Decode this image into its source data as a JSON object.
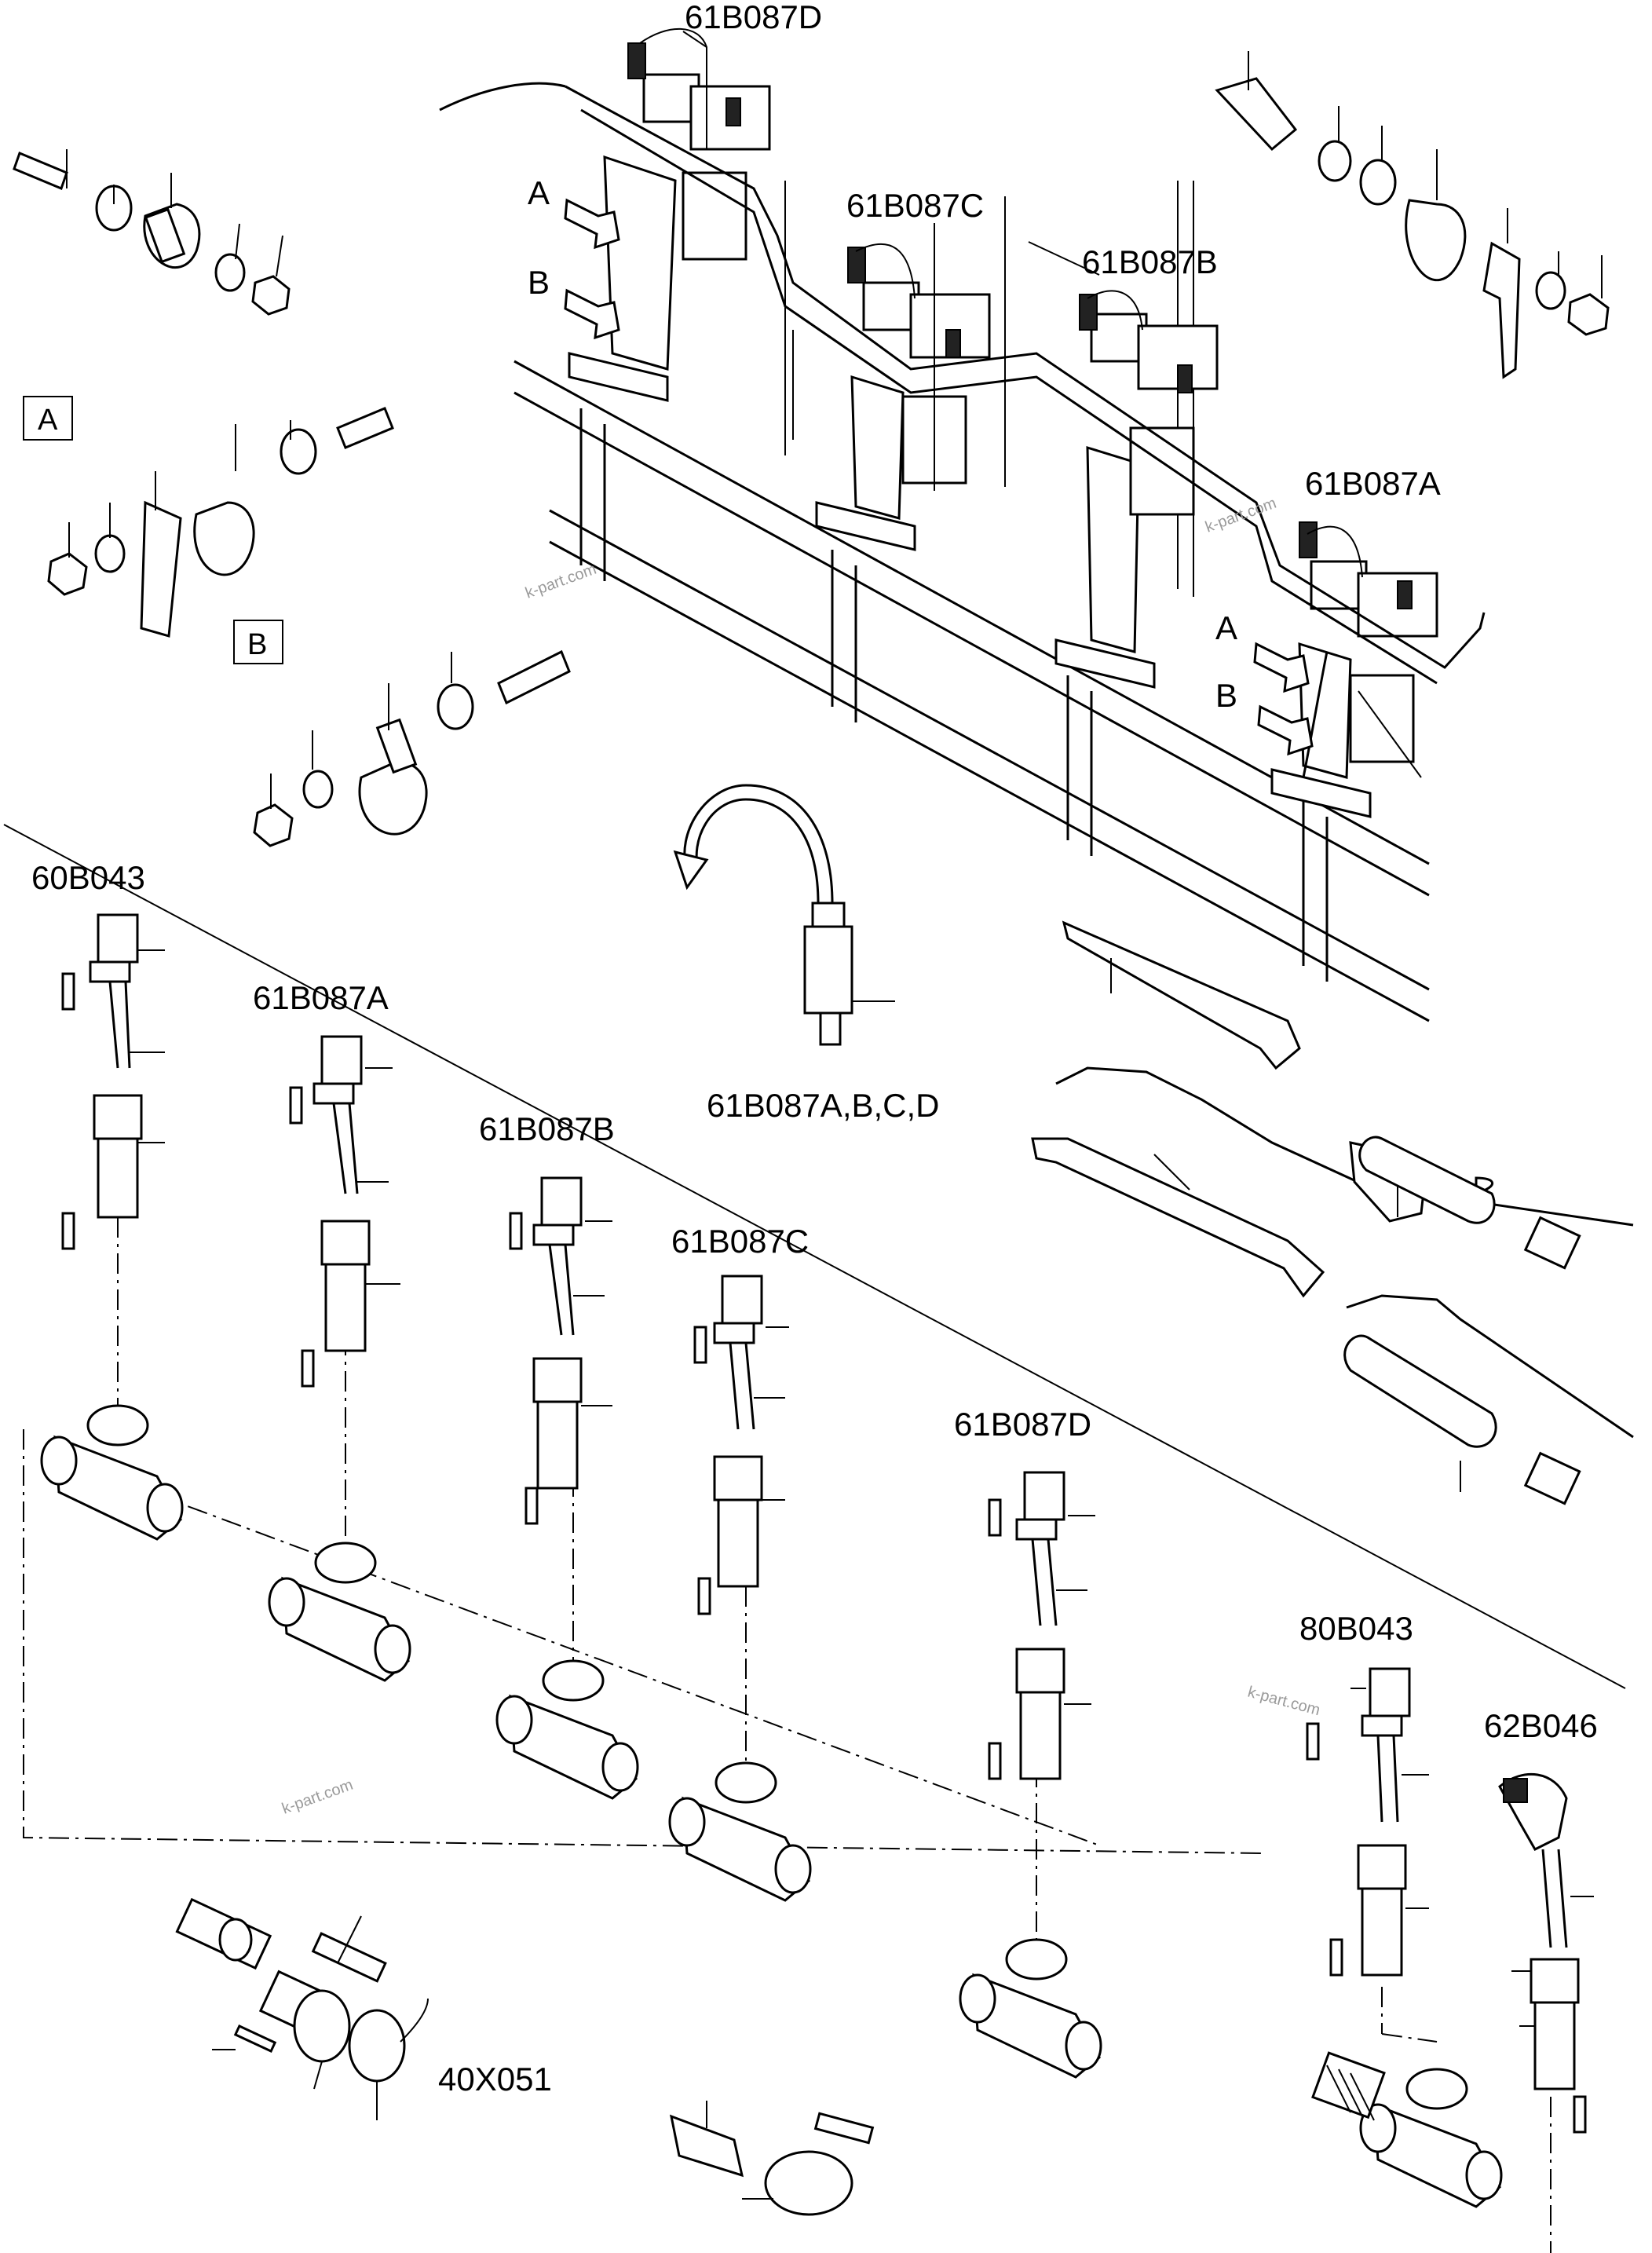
{
  "diagram": {
    "labels": {
      "valve_d_top": "61B087D",
      "valve_c_top": "61B087C",
      "valve_b_top": "61B087B",
      "valve_a_top": "61B087A",
      "sensor_group": "61B087A,B,C,D",
      "connector_60": "60B043",
      "sensor_a": "61B087A",
      "sensor_b": "61B087B",
      "sensor_c": "61B087C",
      "sensor_d": "61B087D",
      "connector_80": "80B043",
      "connector_62": "62B046",
      "plug_40": "40X051",
      "arrow_a_left": "A",
      "arrow_b_left": "B",
      "arrow_a_right": "A",
      "arrow_b_right": "B",
      "detail_a": "A",
      "detail_b": "B"
    },
    "watermarks": [
      "k-part.com",
      "k-part.com",
      "k-part.com",
      "k-part.com"
    ]
  }
}
